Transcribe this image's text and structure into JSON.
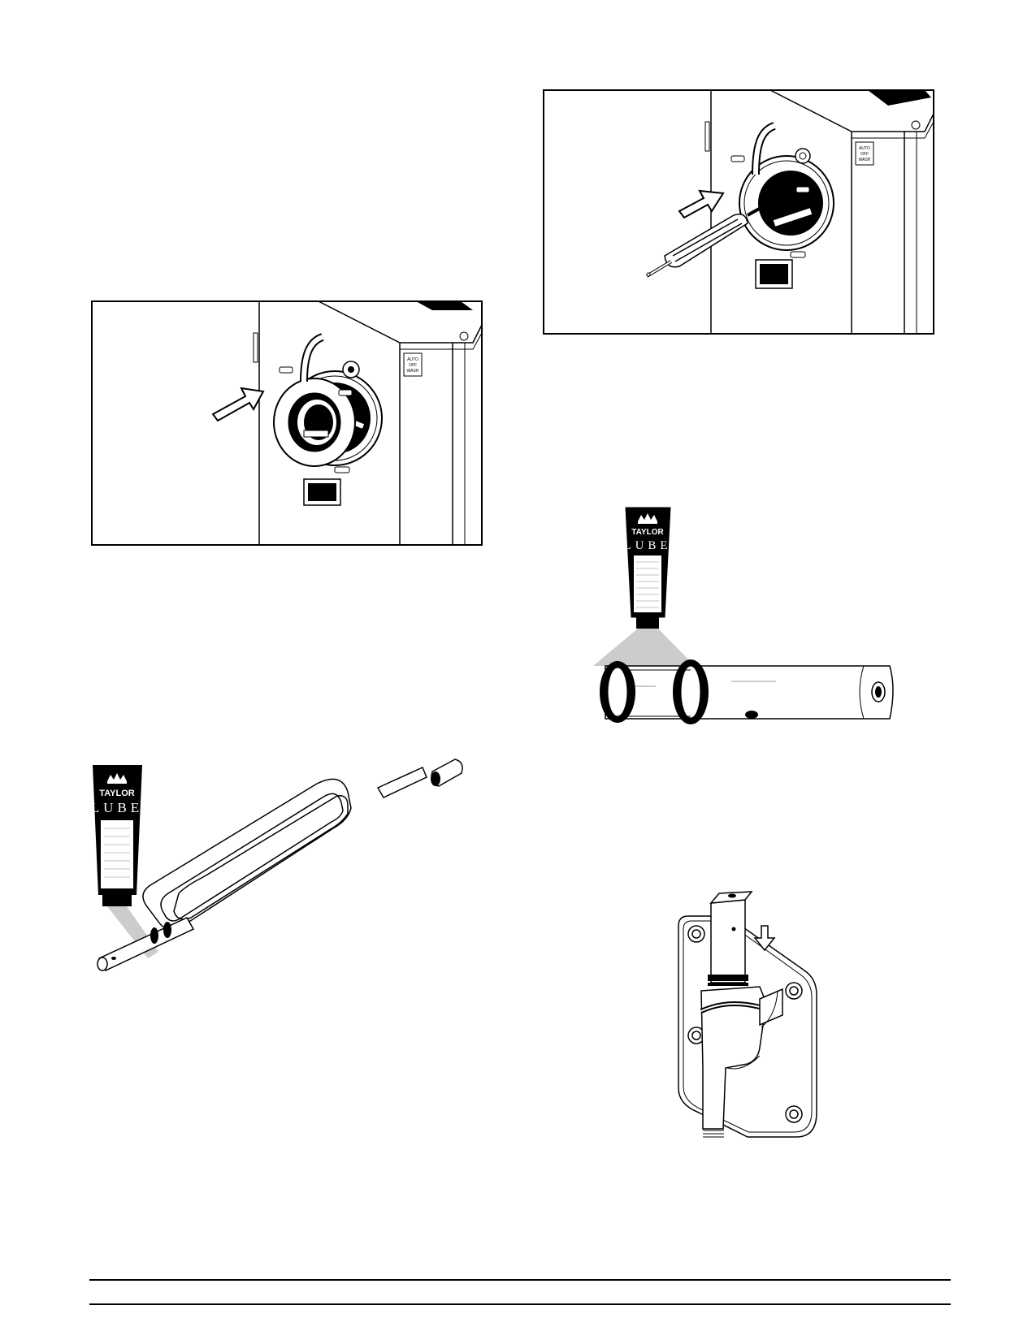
{
  "page": {
    "background": "#ffffff",
    "ink": "#000000"
  },
  "figures": {
    "install_bearing_panel": {
      "switch_labels": [
        "AUTO",
        "OFF",
        "WASH"
      ]
    },
    "install_beater_panel": {
      "switch_labels": [
        "AUTO",
        "OFF",
        "WASH"
      ]
    },
    "beater_lube": {
      "tube_brand": "TAYLOR",
      "tube_text": "LUBE"
    },
    "shaft_lube": {
      "tube_brand": "TAYLOR",
      "tube_text": "LUBE"
    }
  },
  "icons": [
    "right-arrow-icon",
    "down-arrow-icon",
    "lube-tube-icon",
    "crown-logo-icon"
  ]
}
